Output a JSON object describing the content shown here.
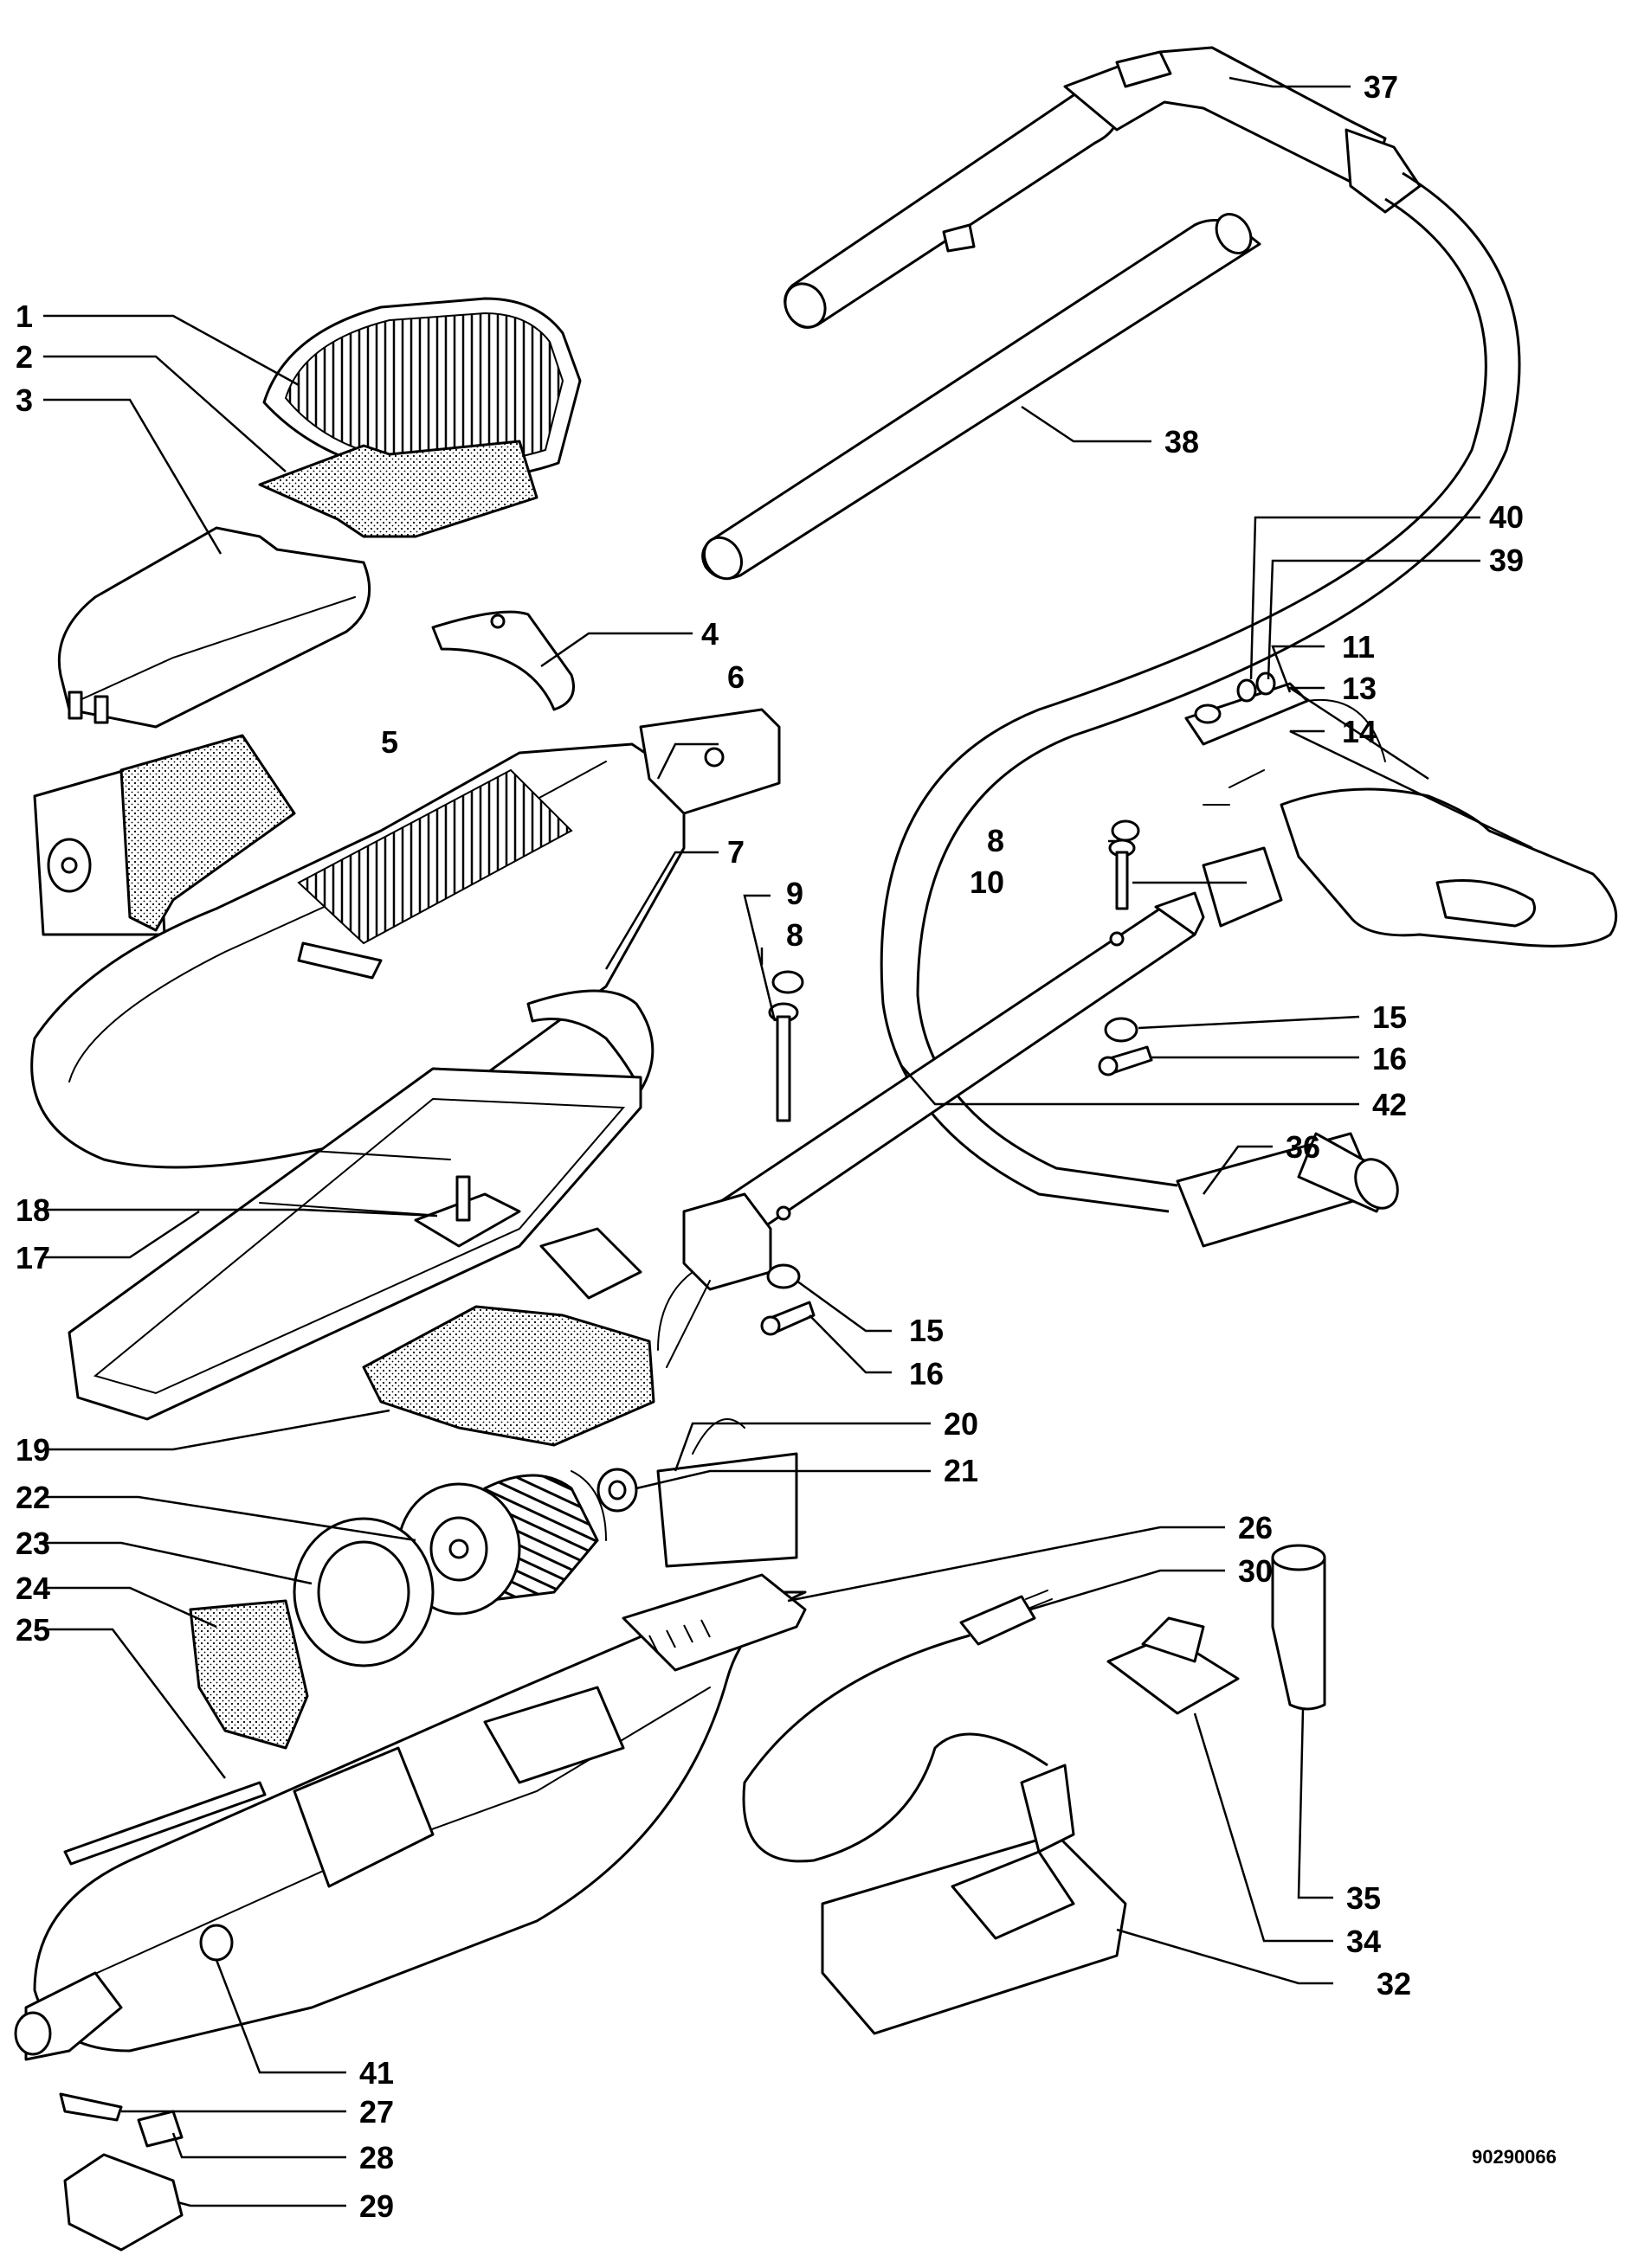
{
  "diagram": {
    "reference_code": "90290066",
    "callouts": [
      {
        "id": "c1",
        "label": "1"
      },
      {
        "id": "c2",
        "label": "2"
      },
      {
        "id": "c3",
        "label": "3"
      },
      {
        "id": "c4",
        "label": "4"
      },
      {
        "id": "c5",
        "label": "5"
      },
      {
        "id": "c6",
        "label": "6"
      },
      {
        "id": "c7",
        "label": "7"
      },
      {
        "id": "c8a",
        "label": "8"
      },
      {
        "id": "c8b",
        "label": "8"
      },
      {
        "id": "c9",
        "label": "9"
      },
      {
        "id": "c10",
        "label": "10"
      },
      {
        "id": "c11",
        "label": "11"
      },
      {
        "id": "c13",
        "label": "13"
      },
      {
        "id": "c14",
        "label": "14"
      },
      {
        "id": "c15a",
        "label": "15"
      },
      {
        "id": "c15b",
        "label": "15"
      },
      {
        "id": "c16a",
        "label": "16"
      },
      {
        "id": "c16b",
        "label": "16"
      },
      {
        "id": "c17",
        "label": "17"
      },
      {
        "id": "c18",
        "label": "18"
      },
      {
        "id": "c19",
        "label": "19"
      },
      {
        "id": "c20",
        "label": "20"
      },
      {
        "id": "c21",
        "label": "21"
      },
      {
        "id": "c22",
        "label": "22"
      },
      {
        "id": "c23",
        "label": "23"
      },
      {
        "id": "c24",
        "label": "24"
      },
      {
        "id": "c25",
        "label": "25"
      },
      {
        "id": "c26",
        "label": "26"
      },
      {
        "id": "c27",
        "label": "27"
      },
      {
        "id": "c28",
        "label": "28"
      },
      {
        "id": "c29",
        "label": "29"
      },
      {
        "id": "c30",
        "label": "30"
      },
      {
        "id": "c32",
        "label": "32"
      },
      {
        "id": "c34",
        "label": "34"
      },
      {
        "id": "c35",
        "label": "35"
      },
      {
        "id": "c36",
        "label": "36"
      },
      {
        "id": "c37",
        "label": "37"
      },
      {
        "id": "c38",
        "label": "38"
      },
      {
        "id": "c39",
        "label": "39"
      },
      {
        "id": "c40",
        "label": "40"
      },
      {
        "id": "c41",
        "label": "41"
      },
      {
        "id": "c42",
        "label": "42"
      }
    ]
  }
}
